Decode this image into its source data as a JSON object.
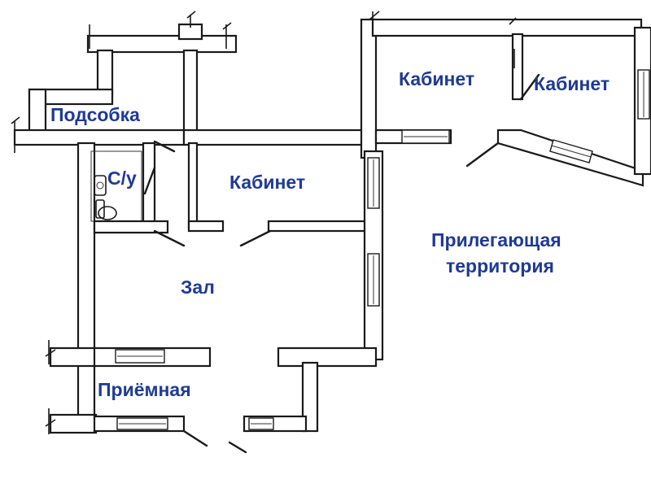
{
  "colors": {
    "label": "#1f3a93",
    "wall": "#1a1a1a",
    "background": "#ffffff"
  },
  "rooms": {
    "podsobka": "Подсобка",
    "su": "С/у",
    "kabinet_center": "Кабинет",
    "kabinet_top_right_1": "Кабинет",
    "kabinet_top_right_2": "Кабинет",
    "zal": "Зал",
    "priemnaya": "Приёмная",
    "territory_line1": "Прилегающая",
    "territory_line2": "территория"
  },
  "icons": {
    "toilet": "toilet-icon",
    "sink": "sink-icon"
  }
}
